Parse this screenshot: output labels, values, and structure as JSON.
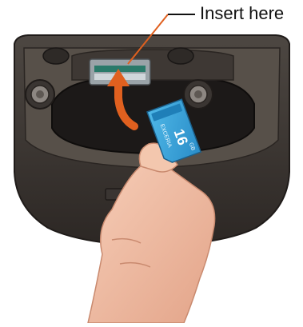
{
  "callout": {
    "label": "Insert here"
  },
  "card": {
    "brand": "EXCERIA",
    "capacity": "16",
    "unit": "GB",
    "body_color": "#3aa7dc",
    "stripe_color": "#1f7fb8"
  },
  "colors": {
    "device_body": "#3a3532",
    "device_face": "#4a4440",
    "arrow": "#e0601f",
    "skin": "#f2c2a8"
  }
}
